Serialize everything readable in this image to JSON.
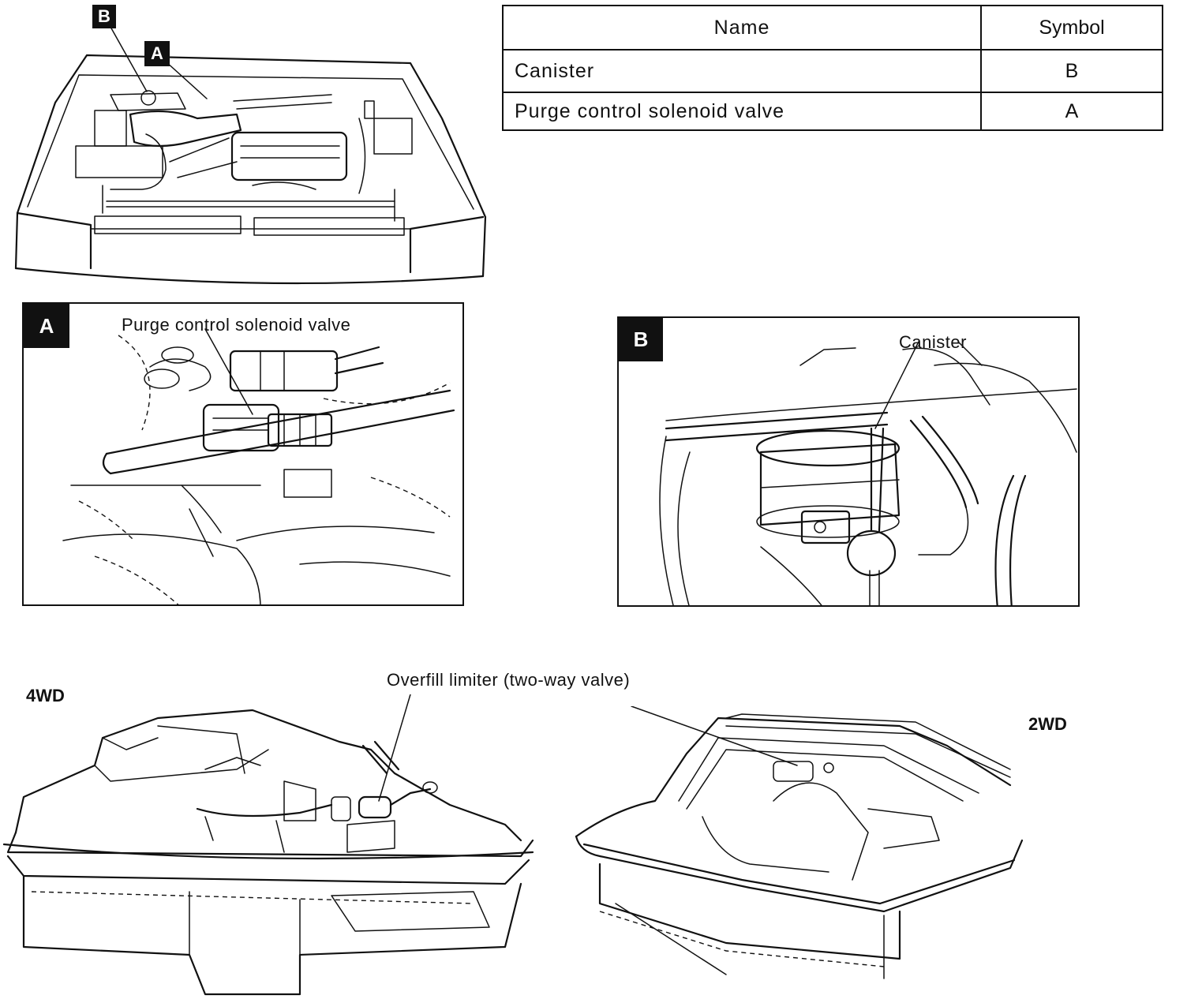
{
  "table": {
    "headers": {
      "name": "Name",
      "symbol": "Symbol"
    },
    "rows": [
      {
        "name": "Canister",
        "symbol": "B"
      },
      {
        "name": "Purge control solenoid valve",
        "symbol": "A"
      }
    ]
  },
  "overview": {
    "tag_b": "B",
    "tag_a": "A"
  },
  "panel_a": {
    "tag": "A",
    "callout": "Purge control solenoid valve"
  },
  "panel_b": {
    "tag": "B",
    "callout": "Canister"
  },
  "tanks": {
    "left_label": "4WD",
    "right_label": "2WD",
    "callout": "Overfill limiter (two-way valve)"
  }
}
